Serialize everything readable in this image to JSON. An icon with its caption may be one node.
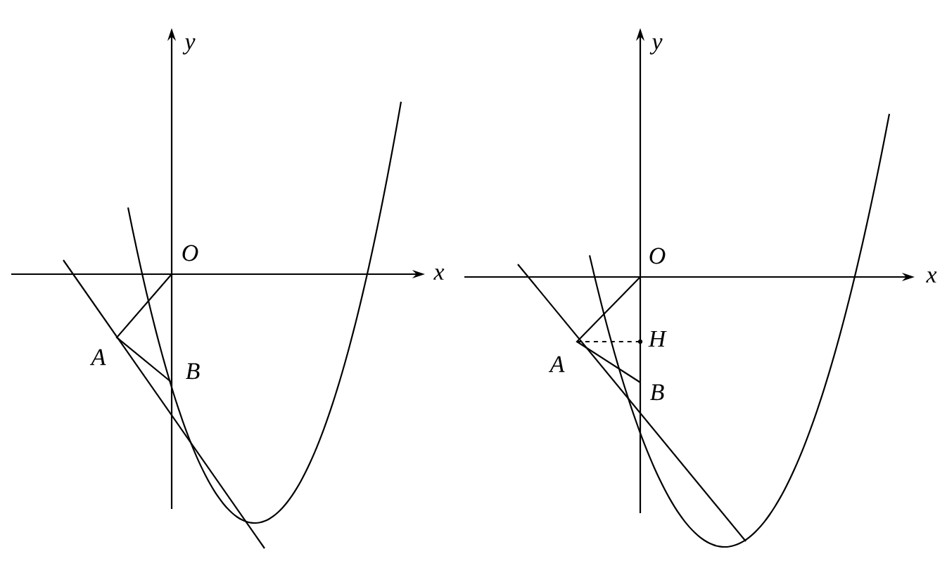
{
  "diagram": {
    "labels": [
      "y",
      "O",
      "x",
      "A",
      "B",
      "y",
      "O",
      "x",
      "H",
      "A",
      "B"
    ]
  }
}
